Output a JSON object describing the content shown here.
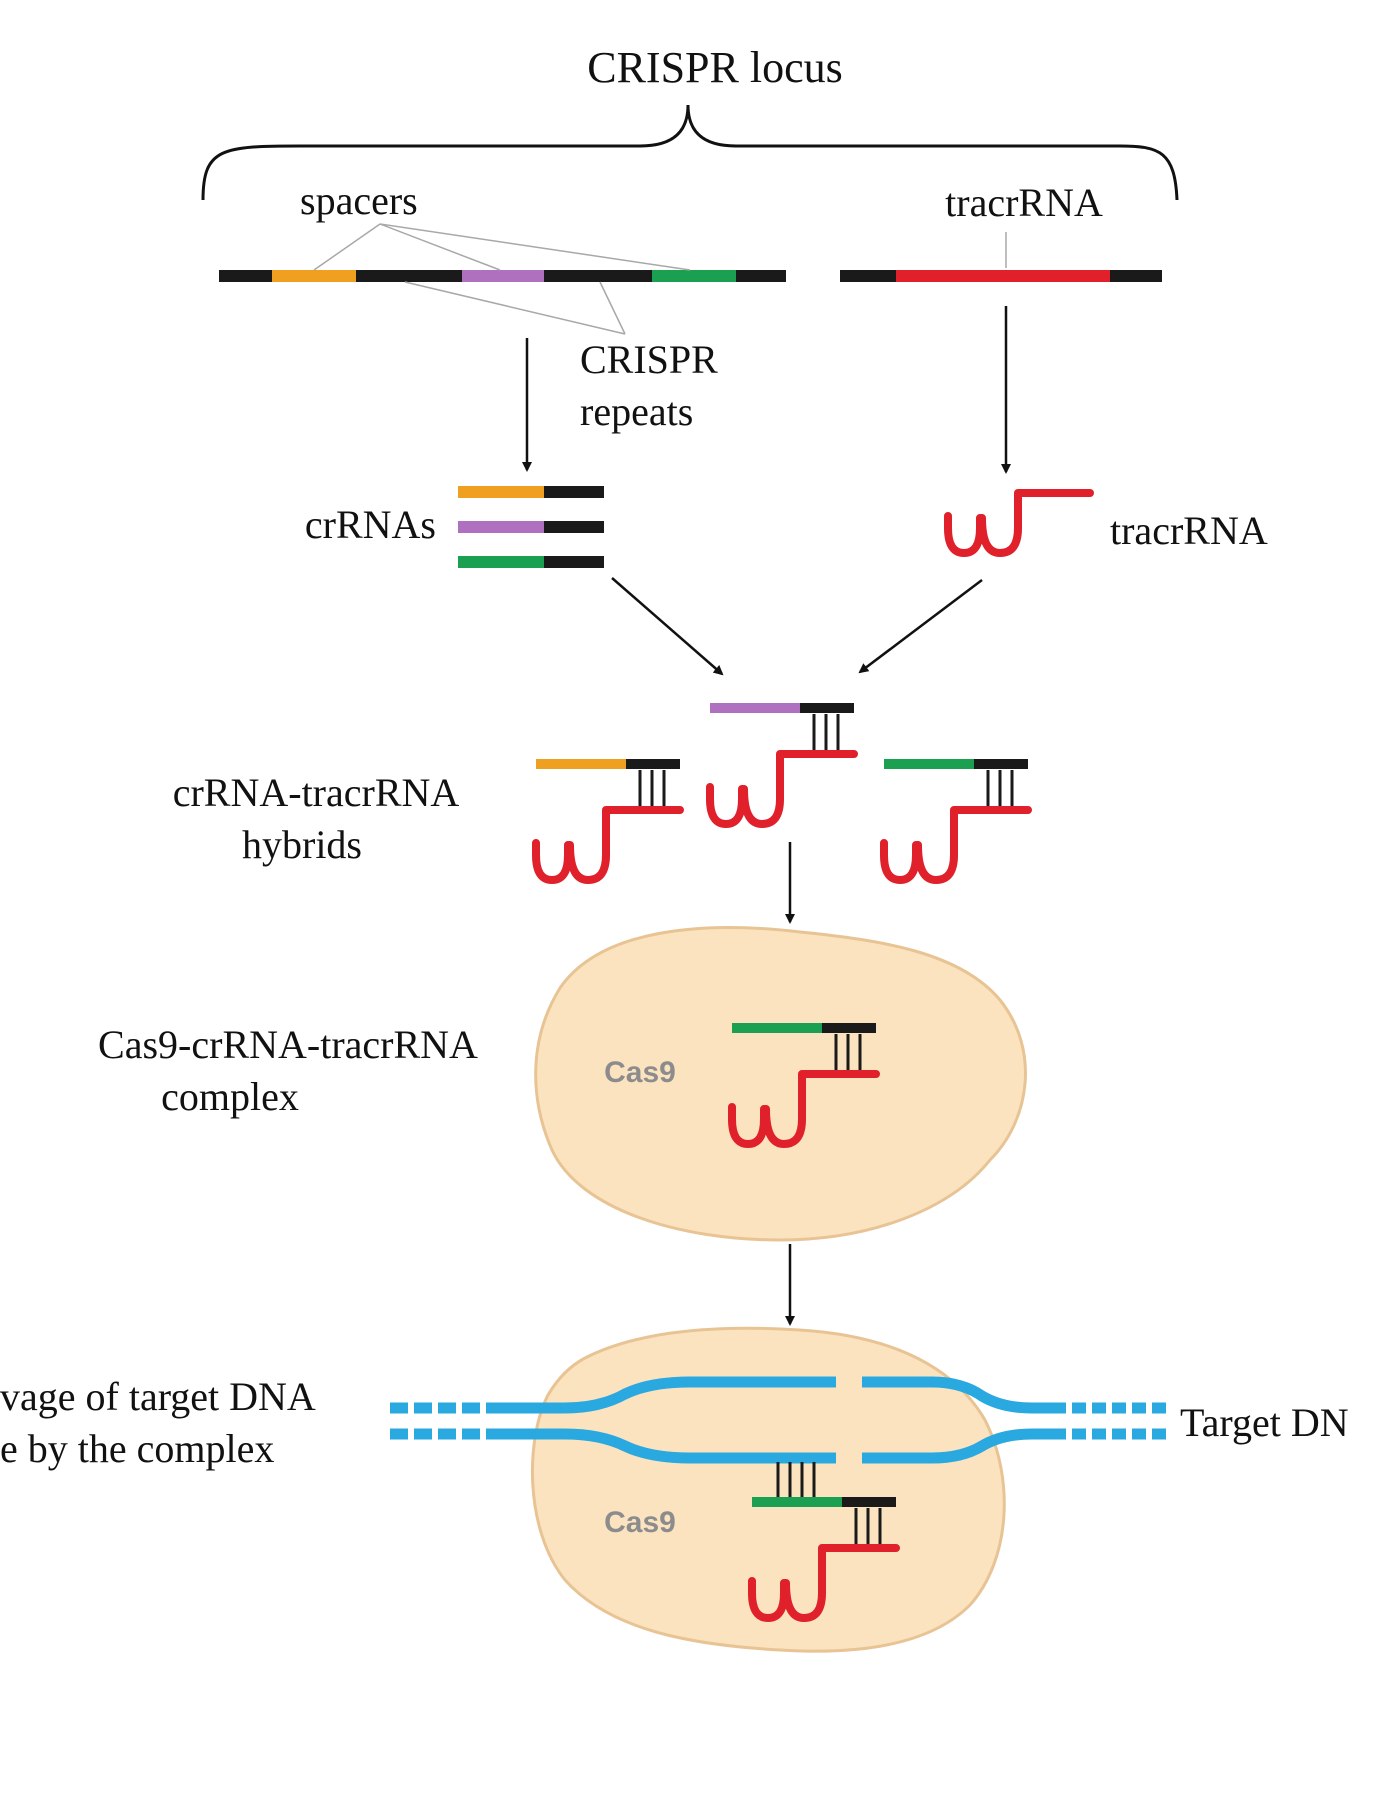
{
  "labels": {
    "locus": "CRISPR locus",
    "spacers": "spacers",
    "tracr_top": "tracrRNA",
    "repeats_line1": "CRISPR",
    "repeats_line2": "repeats",
    "crrnas": "crRNAs",
    "tracr_mid": "tracrRNA",
    "hybrids_line1": "crRNA-tracrRNA",
    "hybrids_line2": "hybrids",
    "complex_line1": "Cas9-crRNA-tracrRNA",
    "complex_line2": "complex",
    "cleavage_line1": "vage of target DNA",
    "cleavage_line2": "e by the complex",
    "target": "Target DN",
    "cas9_a": "Cas9",
    "cas9_b": "Cas9"
  },
  "colors": {
    "repeat": "#1a1a1a",
    "spacer_orange": "#f0a020",
    "spacer_purple": "#b070c0",
    "spacer_green": "#1aa050",
    "tracr": "#e0202a",
    "protein_fill": "#fbe3c0",
    "protein_stroke": "#e8c494",
    "dna": "#2aa8e0",
    "arrow": "#111111"
  }
}
